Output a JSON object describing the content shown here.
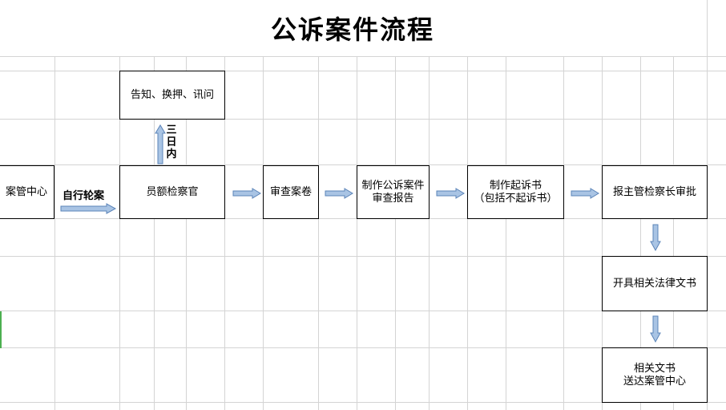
{
  "title": "公诉案件流程",
  "boxes": {
    "case_center": "案管中心",
    "notify": "告知、换押、讯问",
    "prosecutor": "员额检察官",
    "review_file": "审查案卷",
    "make_report": [
      "制作公诉案件",
      "审查报告"
    ],
    "make_indictment": [
      "制作起诉书",
      "（包括不起诉书）"
    ],
    "approval": "报主管检察长审批",
    "issue_docs": "开具相关法律文书",
    "deliver_docs": [
      "相关文书",
      "送达案管中心"
    ]
  },
  "labels": {
    "auto_rotation": "自行轮案",
    "three_days": "三日内"
  },
  "colors": {
    "arrow_fill": "#a9c4e4",
    "arrow_stroke": "#5b84b8",
    "grid": "#d4d4d4",
    "box_border": "#000000"
  }
}
